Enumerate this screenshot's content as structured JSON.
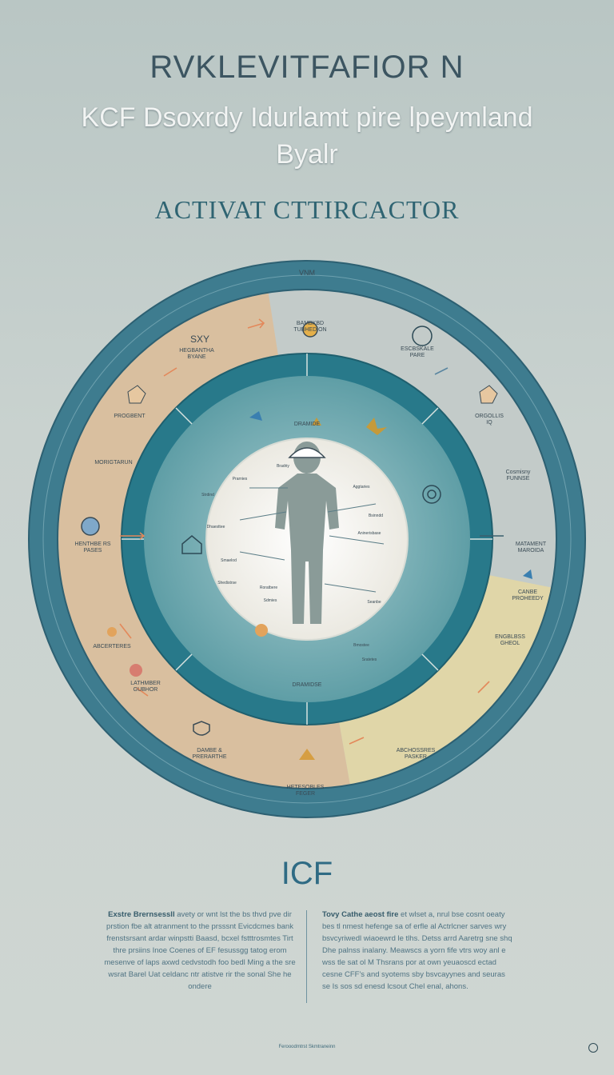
{
  "header": {
    "title": "RVKLEVITFAFIOR N",
    "subtitle_line1": "KCF Dsoxrdy Idurlamt pire lpeymland",
    "subtitle_line2": "Byalr",
    "section_heading": "ACTIVAT CTTIRCACTOR"
  },
  "diagram": {
    "top_label": "VNM",
    "outer_segments": [
      "SXY",
      "BAMBKBD TUBHEDION",
      "ESCBSKALE PARE",
      "ORGOLLIS IQ",
      "Cosmisny FUNNSE",
      "MATAMENT MAROIDA",
      "CANBE PROHEEDY",
      "ENGBLBSS GHEOL",
      "ABCHOSSRES PASKER",
      "HETESOBLES FEGER",
      "DAMBE & PRERARTHE",
      "LATHMBER GUBHOR",
      "ABCERTERES",
      "HENTHBE RS PASES",
      "MORIGTARUN",
      "PROGBENT",
      "HEGBANTHA BYANE"
    ],
    "inner_labels": [
      "DRAMIDE",
      "DRAMIDSE"
    ],
    "body_labels": [
      "Bradriy",
      "Strdind",
      "Prarnies",
      "Dhaesttee",
      "Aggtaries",
      "Bsinndd",
      "Aninerisbase",
      "Smaelod",
      "Shedistrse",
      "Roratbere",
      "Sdmies",
      "Seanbe",
      "Bmostee",
      "Sratetes"
    ],
    "colors": {
      "outer_ring": "#3e7c8f",
      "activities_band": "#d9bf9f",
      "participation_band": "#c3cbc9",
      "environment_band": "#e0d6a8",
      "inner_ring": "#28798a",
      "body_zone": "#7fb2b8",
      "core": "#f4f2ec",
      "figure": "#8a9b98"
    },
    "icons": [
      "house-icon",
      "shield-icon",
      "hat-icon",
      "flower-icon",
      "target-icon",
      "bird-icon",
      "cup-icon",
      "hand-icon",
      "person-icon",
      "compass-icon"
    ]
  },
  "icf_label": "ICF",
  "left_text": {
    "lead": "Exstre Brernsessll",
    "body": "avety or wnt lst the bs thvd pve dir prstion fbe alt atranment to the prsssnt Evicdcmes bank frenstsrsant ardar winpstti Baasd, bcxel fstttrosmtes Tirt thre prsiins Inoe Coenes of EF fesussgg tatog erom mesenve of laps axwd cedvstodh foo bedl Ming a the sre wsrat Barel Uat celdanc ntr atistve rir the sonal She he ondere"
  },
  "right_text": {
    "lead": "Tovy Cathe aeost fire",
    "body": "et wlset a, nrul bse cosnt oeaty bes tl nmest hefenge sa of erfle al Actrlcner sarves wry bsvcyriwedl wiaoewrd le tlhs. Detss arrd Aaretrg sne shq Dhe palnss inalany. Meawscs a yorn fife vtrs woy anl e wss tle sat ol M Thsrans por at own yeuaoscd ectad cesne CFF's and syotems sby bsvcayynes and seuras se Is sos sd enesd lcsout Chel enal, ahons."
  },
  "footer": "Ferooodmtrst Skmtraneinn"
}
